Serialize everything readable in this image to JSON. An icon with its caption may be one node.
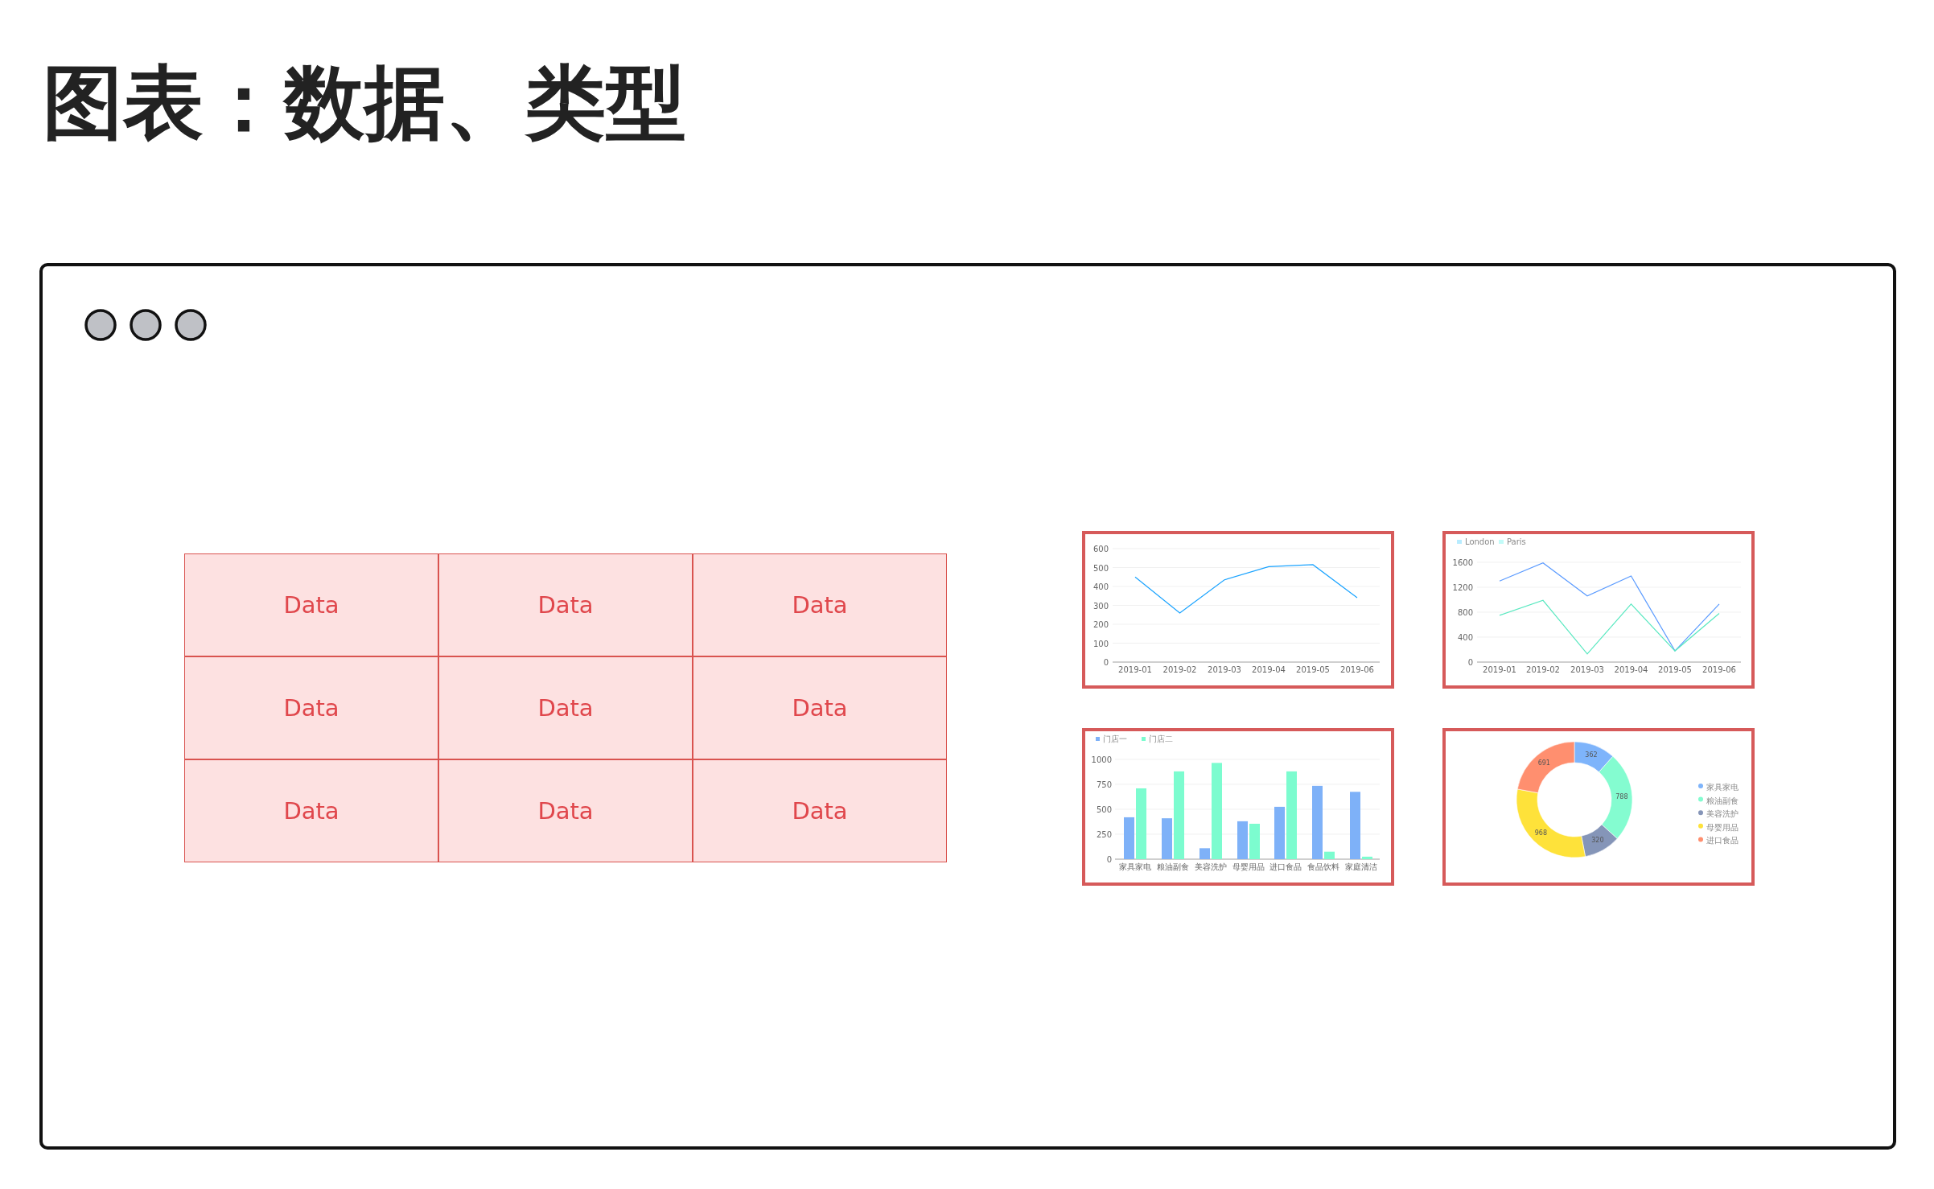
{
  "diagram": {
    "title": "图表：数据、类型",
    "nodes": [
      {
        "text": [],
        "shape": "box"
      },
      {
        "text": [
          "Data"
        ],
        "in": 0
      },
      {
        "text": [
          "Data"
        ],
        "in": 0
      },
      {
        "text": [
          "Data"
        ],
        "in": 0
      },
      {
        "text": [
          "Data"
        ],
        "in": 0
      },
      {
        "text": [
          "Data"
        ],
        "in": 0
      },
      {
        "text": [
          "Data"
        ],
        "in": 0
      },
      {
        "text": [
          "Data"
        ],
        "in": 0
      },
      {
        "text": [
          "Data"
        ],
        "in": 0
      },
      {
        "text": [
          "Data"
        ],
        "in": 0
      },
      {
        "text": [
          "600",
          "500",
          "400",
          "300",
          "200",
          "100",
          "0",
          "2019-01",
          "2019-02",
          "2019-03",
          "2019-04",
          "2019-05",
          "2019-06"
        ],
        "in": 0
      },
      {
        "text": [
          "London",
          "Paris",
          "1600",
          "1200",
          "800",
          "400",
          "0",
          "2019-01",
          "2019-02",
          "2019-03",
          "2019-04",
          "2019-05",
          "2019-06"
        ],
        "in": 0
      },
      {
        "text": [
          "门店一",
          "门店二",
          "1000",
          "750",
          "500",
          "250",
          "0",
          "家具家电",
          "粮油副食",
          "美容洗护",
          "母婴用品",
          "进口食品",
          "食品饮料",
          "家庭清洁"
        ],
        "in": 0
      },
      {
        "text": [
          "362",
          "788",
          "320",
          "968",
          "691",
          "家具家电",
          "粮油副食",
          "美容洗护",
          "母婴用品",
          "进口食品"
        ],
        "in": 0
      }
    ],
    "edges": []
  }
}
